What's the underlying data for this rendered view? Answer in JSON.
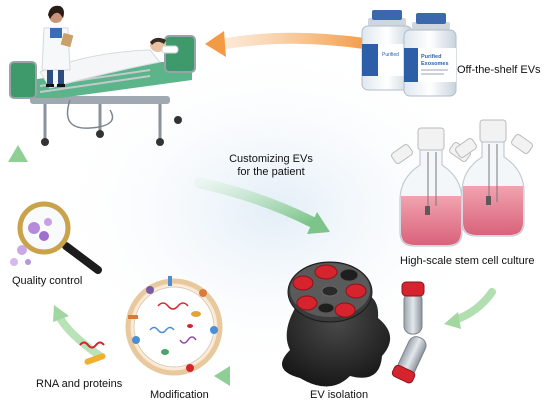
{
  "labels": {
    "off_the_shelf": "Off-the-shelf EVs",
    "customizing_line1": "Customizing EVs",
    "customizing_line2": "for the patient",
    "stem_cell": "High-scale stem cell culture",
    "ev_isolation": "EV isolation",
    "modification": "Modification",
    "rna_proteins": "RNA and proteins",
    "quality_control": "Quality control"
  },
  "vial_text": {
    "line1": "Purified",
    "line2": "Exosomes"
  },
  "colors": {
    "arrow_orange": "#f4a85b",
    "arrow_green": "#a7d9a8",
    "flask_liquid": "#e07a8c",
    "vial_blue": "#2d5fa8",
    "cap_red": "#d6242e",
    "rotor_dark": "#2b2b2b",
    "bed_green": "#3e9a6a"
  },
  "icons": [
    "doctor-figure",
    "hospital-bed-icon",
    "patient-figure",
    "vial-icon",
    "culture-flask-icon",
    "centrifuge-rotor-icon",
    "test-tube-icon",
    "modified-vesicle-icon",
    "rna-strand-icon",
    "magnifier-icon"
  ]
}
